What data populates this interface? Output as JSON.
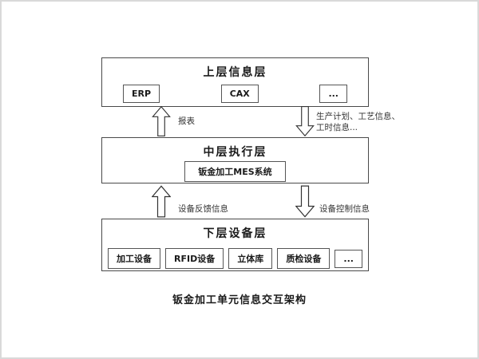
{
  "diagram": {
    "caption": "钣金加工单元信息交互架构",
    "top_layer": {
      "title": "上层信息层",
      "items": [
        "ERP",
        "CAX",
        "..."
      ]
    },
    "middle_layer": {
      "title": "中层执行层",
      "mes_box": "钣金加工MES系统"
    },
    "bottom_layer": {
      "title": "下层设备层",
      "items": [
        "加工设备",
        "RFID设备",
        "立体库",
        "质检设备",
        "..."
      ]
    },
    "arrow_labels": {
      "report": "报表",
      "plan_info": "生产计划、工艺信息、工时信息...",
      "device_feedback": "设备反馈信息",
      "device_control": "设备控制信息"
    }
  }
}
